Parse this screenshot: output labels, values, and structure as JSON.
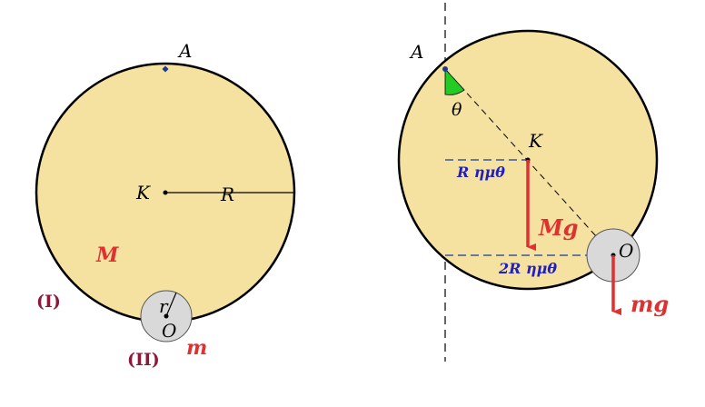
{
  "colors": {
    "disk_fill": "#f5e2a0",
    "small_disk_fill": "#d9d9d9",
    "outline": "#000000",
    "force_red": "#e03030",
    "label_blue": "#2020c0",
    "roman_maroon": "#8b1a3a",
    "angle_green": "#22cc22",
    "point_blue": "#1a3a8c"
  },
  "left_figure": {
    "label_A": "A",
    "label_K": "K",
    "label_R": "R",
    "label_M": "M",
    "label_r": "r",
    "label_O": "O",
    "label_m": "m",
    "label_I": "(I)",
    "label_II": "(II)"
  },
  "right_figure": {
    "label_A": "A",
    "label_theta": "θ",
    "label_K": "K",
    "label_O": "O",
    "label_R_sin": "R ημθ",
    "label_2R_sin": "2R ημθ",
    "label_Mg": "Mg",
    "label_mg": "mg"
  }
}
